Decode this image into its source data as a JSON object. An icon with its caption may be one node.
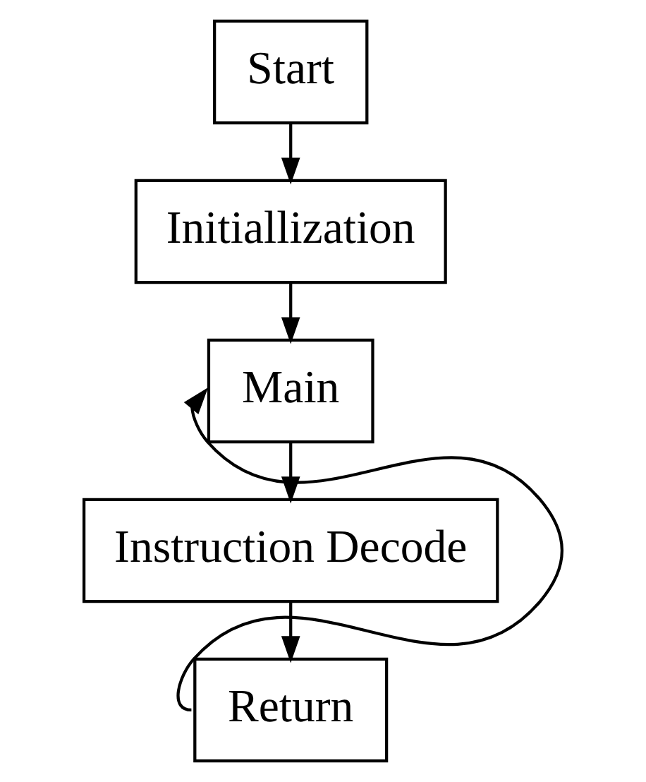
{
  "diagram": {
    "nodes": [
      {
        "text": [
          "Start"
        ]
      },
      {
        "text": [
          "Initiallization"
        ]
      },
      {
        "text": [
          "Main"
        ]
      },
      {
        "text": [
          "Instruction Decode"
        ]
      },
      {
        "text": [
          "Return"
        ]
      }
    ],
    "edges": [
      {
        "from": 0,
        "to": 1,
        "arrow": "to"
      },
      {
        "from": 1,
        "to": 2,
        "arrow": "to"
      },
      {
        "from": 2,
        "to": 3,
        "arrow": "to"
      },
      {
        "from": 3,
        "to": 4,
        "arrow": "to"
      },
      {
        "from": 4,
        "to": 2,
        "arrow": "to"
      }
    ]
  }
}
